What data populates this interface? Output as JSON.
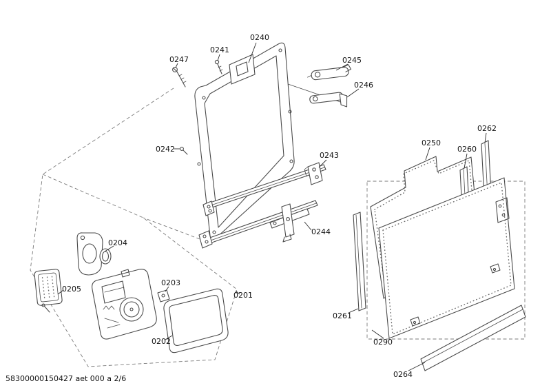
{
  "document": {
    "footer": "58300000150427 aet 000 a 2/6"
  },
  "labels": {
    "0201": "0201",
    "0202": "0202",
    "0203": "0203",
    "0204": "0204",
    "0205": "0205",
    "0240": "0240",
    "0241": "0241",
    "0242": "0242",
    "0243": "0243",
    "0244": "0244",
    "0245": "0245",
    "0246": "0246",
    "0247": "0247",
    "0250": "0250",
    "0260": "0260",
    "0261": "0261",
    "0262": "0262",
    "0264": "0264",
    "0290": "0290"
  },
  "colors": {
    "line": "#4a4a4a",
    "background": "#ffffff"
  }
}
